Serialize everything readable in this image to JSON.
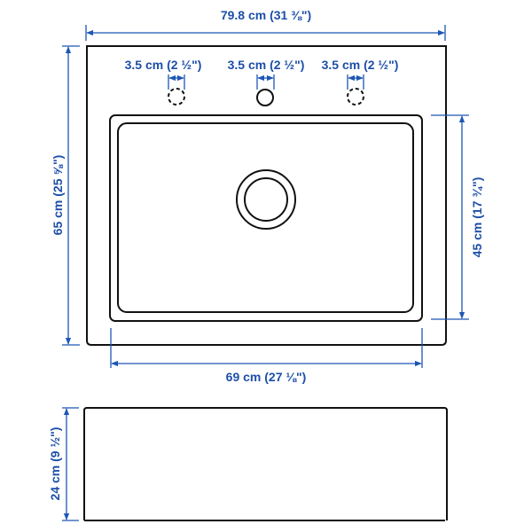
{
  "colors": {
    "dimension": "#1d56b5",
    "outline": "#111111"
  },
  "top_view": {
    "overall_width": "79.8 cm (31 ⅜\")",
    "overall_depth": "65 cm (25 ⅝\")",
    "basin_width": "69 cm (27 ⅛\")",
    "basin_depth": "45 cm (17 ¾\")",
    "tap_holes": [
      {
        "label": "3.5 cm (2 ½\")",
        "style": "dashed"
      },
      {
        "label": "3.5 cm (2 ½\")",
        "style": "solid"
      },
      {
        "label": "3.5 cm (2 ½\")",
        "style": "dashed"
      }
    ]
  },
  "side_view": {
    "height": "24 cm (9 ½\")"
  }
}
